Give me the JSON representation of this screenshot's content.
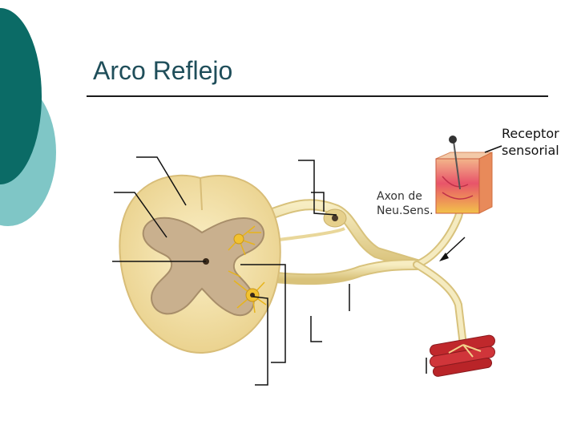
{
  "slide": {
    "title": "Arco Reflejo",
    "accent_dark": "#0b6b66",
    "accent_light": "#7fc6c6"
  },
  "labels": {
    "receptor_line1": "Receptor",
    "receptor_line2": "sensorial",
    "axon_line1": "Axon de",
    "axon_line2": "Neu.Sens."
  },
  "colors": {
    "white_matter": "#f4e2a8",
    "gray_matter": "#c8b08e",
    "nerve": "#e8d9a0",
    "skin": "#f0a85a",
    "muscle": "#c0282c",
    "neuron": "#f2c230"
  }
}
